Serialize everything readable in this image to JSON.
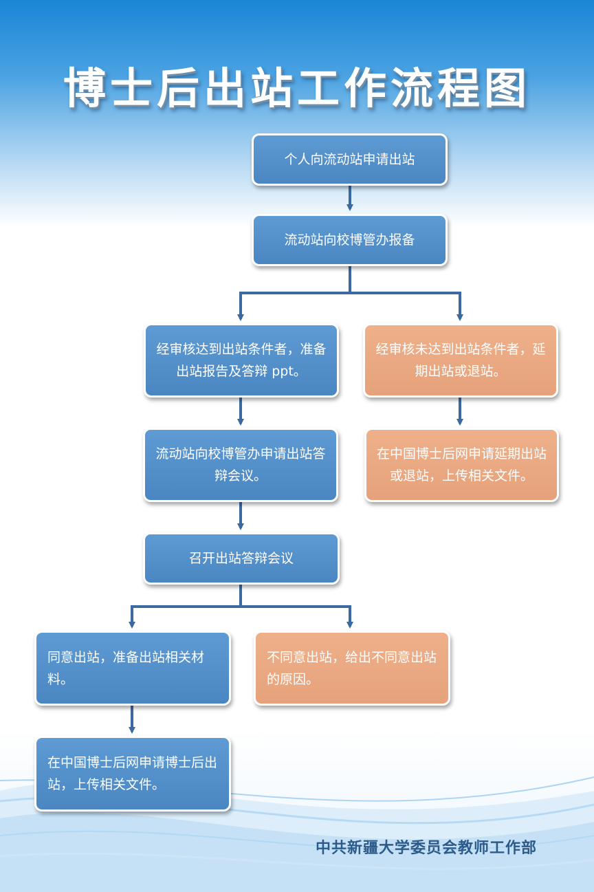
{
  "title": "博士后出站工作流程图",
  "steps": {
    "apply": "个人向流动站申请出站",
    "report": "流动站向校博管办报备",
    "qualified": "经审核达到出站条件者，准备出站报告及答辩 ppt。",
    "unqualified": "经审核未达到出站条件者，延期出站或退站。",
    "apply_defense": "流动站向校博管办申请出站答辩会议。",
    "delay_online": "在中国博士后网申请延期出站或退站，上传相关文件。",
    "hold_defense": "召开出站答辩会议",
    "agree": "同意出站，准备出站相关材料。",
    "disagree": "不同意出站，给出不同意出站的原因。",
    "exit_online": "在中国博士后网申请博士后出站，上传相关文件。"
  },
  "footer": "中共新疆大学委员会教师工作部",
  "colors": {
    "blue_box": "#4f8cc7",
    "orange_box": "#e8a67e",
    "connector": "#3b6aa3",
    "header_blue": "#1a86d6"
  }
}
